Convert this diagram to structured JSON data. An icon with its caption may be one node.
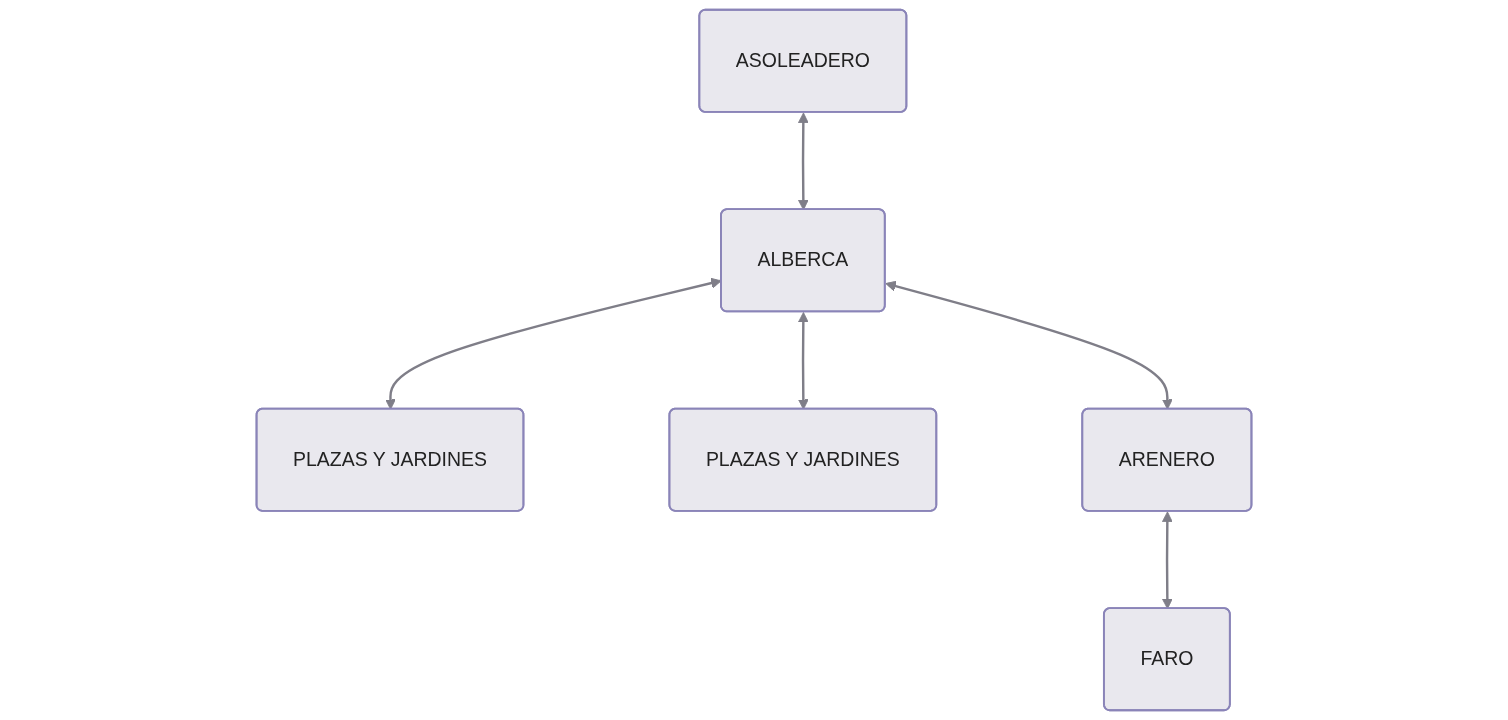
{
  "diagram": {
    "nodes": [
      {
        "text": [
          "ASOLEADERO"
        ]
      },
      {
        "text": [
          "ALBERCA"
        ]
      },
      {
        "text": [
          "PLAZAS Y JARDINES"
        ]
      },
      {
        "text": [
          "PLAZAS Y JARDINES"
        ]
      },
      {
        "text": [
          "ARENERO"
        ]
      },
      {
        "text": [
          "FARO"
        ]
      }
    ],
    "edges": [
      {
        "from": 0,
        "to": 1,
        "arrow": "both"
      },
      {
        "from": 1,
        "to": 2,
        "arrow": "both"
      },
      {
        "from": 1,
        "to": 3,
        "arrow": "both"
      },
      {
        "from": 1,
        "to": 4,
        "arrow": "both"
      },
      {
        "from": 4,
        "to": 5,
        "arrow": "both"
      }
    ]
  }
}
